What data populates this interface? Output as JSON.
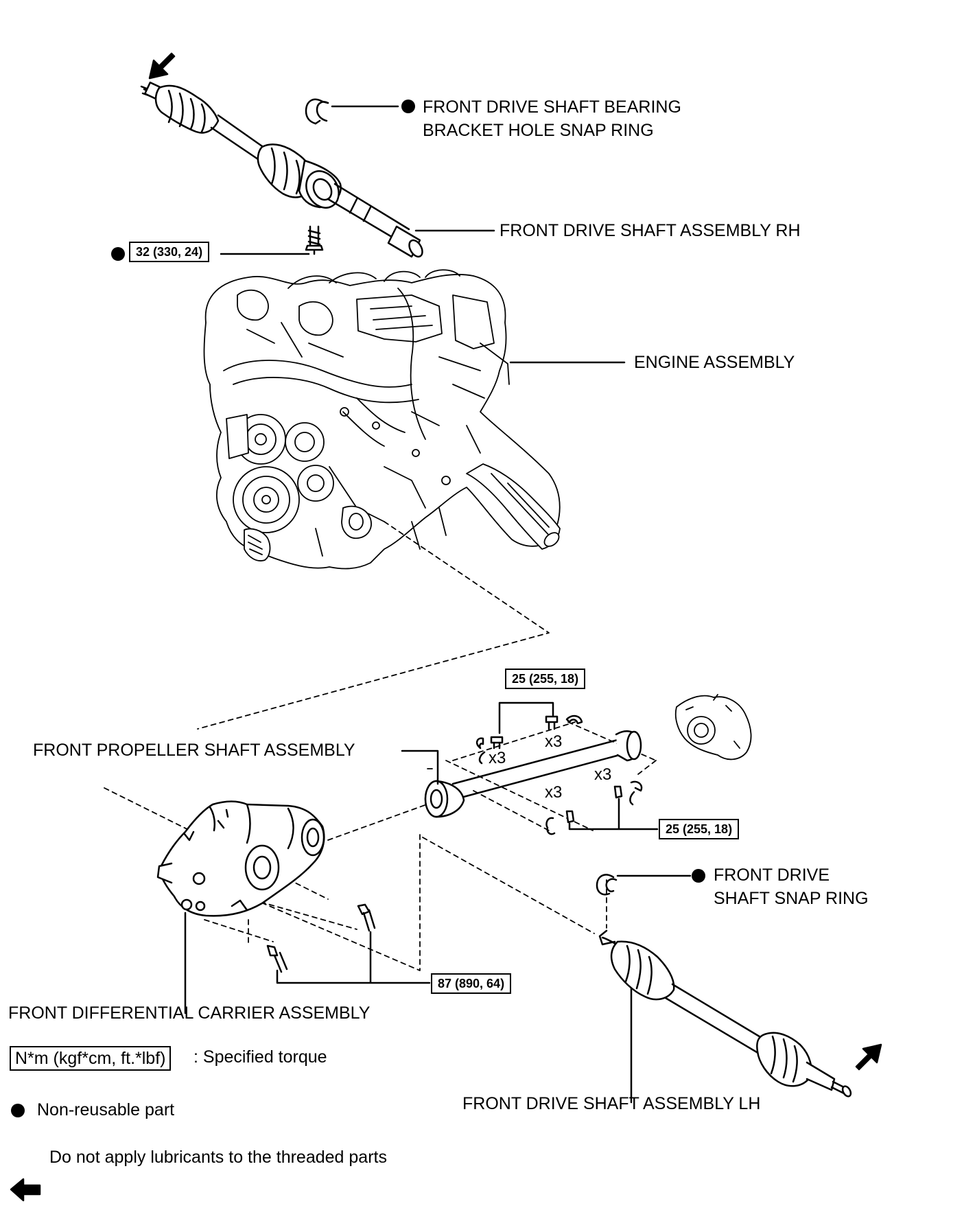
{
  "labels": {
    "bearing_snap_ring_1": "FRONT DRIVE SHAFT BEARING",
    "bearing_snap_ring_2": "BRACKET HOLE SNAP RING",
    "drive_shaft_rh": "FRONT DRIVE SHAFT ASSEMBLY RH",
    "engine": "ENGINE ASSEMBLY",
    "propeller_shaft": "FRONT PROPELLER SHAFT ASSEMBLY",
    "drive_snap_ring_1": "FRONT DRIVE",
    "drive_snap_ring_2": "SHAFT SNAP RING",
    "differential_carrier": "FRONT DIFFERENTIAL CARRIER ASSEMBLY",
    "drive_shaft_lh": "FRONT DRIVE SHAFT ASSEMBLY LH"
  },
  "torque": {
    "bracket_bolt": "32 (330, 24)",
    "propeller_upper": "25 (255, 18)",
    "propeller_lower": "25 (255, 18)",
    "differential": "87 (890, 64)"
  },
  "quantities": {
    "q1": "x3",
    "q2": "x3",
    "q3": "x3",
    "q4": "x3"
  },
  "legend": {
    "torque_unit": "N*m (kgf*cm, ft.*lbf)",
    "torque_desc": ": Specified torque",
    "non_reusable": "Non-reusable part",
    "no_lubricant": "Do not apply lubricants to the threaded parts"
  }
}
